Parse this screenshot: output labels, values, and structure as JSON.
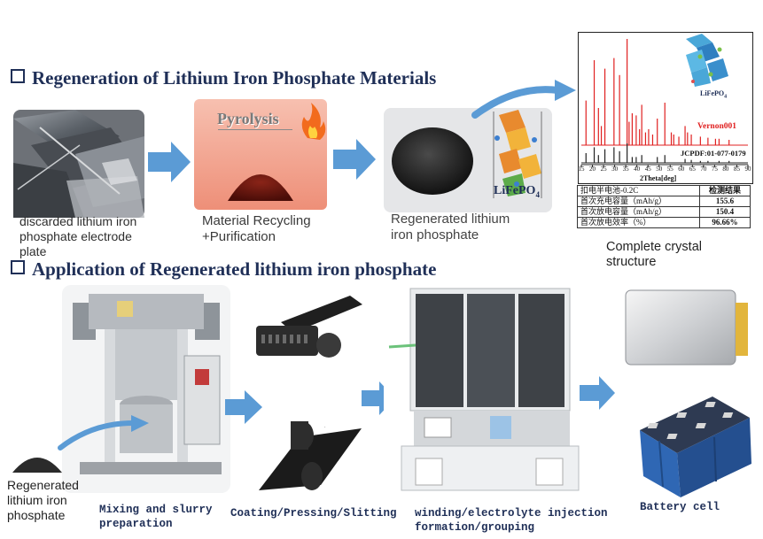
{
  "section1": {
    "title": "Regeneration of Lithium Iron Phosphate Materials"
  },
  "section2": {
    "title": "Application of Regenerated lithium iron phosphate"
  },
  "step1": {
    "caption": [
      "discarded lithium iron",
      "phosphate electrode",
      "plate"
    ]
  },
  "step2": {
    "label": "Pyrolysis",
    "caption": [
      "Material Recycling",
      "+Purification"
    ]
  },
  "step3": {
    "formula": "LiFePO",
    "formula_sub": "4",
    "caption": [
      "Regenerated lithium",
      "iron phosphate"
    ]
  },
  "xrd": {
    "inset_formula": "LiFePO",
    "inset_sub": "4",
    "sample_label": "Vernon001",
    "reference_label": "JCPDF:01-077-0179",
    "x_ticks": [
      "15",
      "20",
      "25",
      "30",
      "35",
      "40",
      "45",
      "50",
      "55",
      "60",
      "65",
      "70",
      "75",
      "80",
      "85",
      "90"
    ],
    "x_label": "2Theta[deg]"
  },
  "chart_data": {
    "type": "line",
    "x_label": "2Theta[deg]",
    "x_range": [
      15,
      90
    ],
    "series": [
      {
        "name": "Vernon001",
        "color": "#e02020",
        "peaks": [
          [
            17.1,
            0.42
          ],
          [
            20.8,
            0.8
          ],
          [
            22.7,
            0.35
          ],
          [
            24.0,
            0.18
          ],
          [
            25.6,
            0.72
          ],
          [
            29.7,
            0.82
          ],
          [
            32.2,
            0.66
          ],
          [
            35.6,
            1.0
          ],
          [
            36.5,
            0.22
          ],
          [
            37.9,
            0.3
          ],
          [
            39.7,
            0.28
          ],
          [
            41.2,
            0.15
          ],
          [
            42.2,
            0.38
          ],
          [
            43.9,
            0.12
          ],
          [
            45.3,
            0.15
          ],
          [
            47.1,
            0.1
          ],
          [
            49.2,
            0.25
          ],
          [
            52.6,
            0.4
          ],
          [
            55.5,
            0.12
          ],
          [
            56.6,
            0.1
          ],
          [
            58.9,
            0.08
          ],
          [
            61.7,
            0.18
          ],
          [
            62.8,
            0.12
          ],
          [
            64.5,
            0.1
          ],
          [
            68.6,
            0.08
          ],
          [
            72.0,
            0.07
          ],
          [
            75.4,
            0.06
          ],
          [
            77.0,
            0.06
          ],
          [
            81.5,
            0.05
          ]
        ]
      },
      {
        "name": "JCPDF:01-077-0179",
        "color": "#222222",
        "peaks": [
          [
            17.1,
            0.5
          ],
          [
            20.8,
            0.8
          ],
          [
            22.7,
            0.4
          ],
          [
            25.6,
            0.7
          ],
          [
            29.7,
            0.8
          ],
          [
            32.2,
            0.6
          ],
          [
            35.6,
            1.0
          ],
          [
            37.9,
            0.3
          ],
          [
            39.7,
            0.3
          ],
          [
            42.2,
            0.4
          ],
          [
            49.2,
            0.3
          ],
          [
            52.6,
            0.4
          ],
          [
            61.7,
            0.2
          ],
          [
            64.5,
            0.15
          ],
          [
            68.6,
            0.1
          ],
          [
            72.0,
            0.1
          ],
          [
            77.0,
            0.1
          ],
          [
            81.5,
            0.1
          ]
        ]
      }
    ]
  },
  "results_table": {
    "rows": [
      [
        "扣电半电池-0.2C",
        "检测结果"
      ],
      [
        "首次充电容量（mAh/g）",
        "155.6"
      ],
      [
        "首次放电容量（mAh/g）",
        "150.4"
      ],
      [
        "首次放电效率（%）",
        "96.66%"
      ]
    ],
    "caption": [
      "Complete crystal",
      "structure"
    ]
  },
  "application": {
    "source_caption": [
      "Regenerated",
      "lithium iron",
      "phosphate"
    ],
    "mixing": [
      "Mixing and slurry",
      "preparation"
    ],
    "coating": [
      "Coating/Pressing/Slitting"
    ],
    "winding": [
      "winding/electrolyte injection",
      "formation/grouping"
    ],
    "battery": [
      "Battery cell"
    ]
  },
  "colors": {
    "arrow": "#5b9bd5",
    "heading": "#1f2f57",
    "pyrolysis_bg": "#f4a490",
    "xrd_red": "#e02020"
  }
}
